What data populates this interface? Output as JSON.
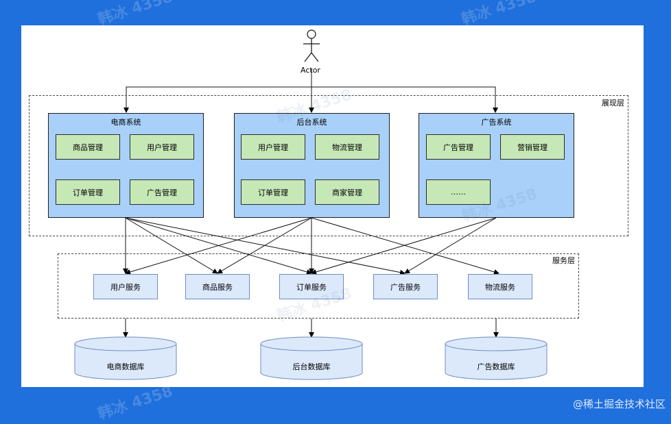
{
  "actor": {
    "label": "Actor"
  },
  "layers": {
    "presentation": {
      "label": "展现层"
    },
    "service": {
      "label": "服务层"
    }
  },
  "systems": [
    {
      "title": "电商系统",
      "modules": [
        "商品管理",
        "用户管理",
        "订单管理",
        "广告管理"
      ]
    },
    {
      "title": "后台系统",
      "modules": [
        "用户管理",
        "物流管理",
        "订单管理",
        "商家管理"
      ]
    },
    {
      "title": "广告系统",
      "modules": [
        "广告管理",
        "营销管理",
        "……"
      ]
    }
  ],
  "services": [
    "用户服务",
    "商品服务",
    "订单服务",
    "广告服务",
    "物流服务"
  ],
  "databases": [
    "电商数据库",
    "后台数据库",
    "广告数据库"
  ],
  "watermark": {
    "text": "韩冰 4358"
  },
  "credit": "@稀土掘金技术社区",
  "colors": {
    "background": "#1f6fdc",
    "system_fill": "#a9d0f8",
    "module_fill": "#c6e8b6",
    "service_fill": "#dce9fb",
    "database_fill": "#dce9fb"
  }
}
